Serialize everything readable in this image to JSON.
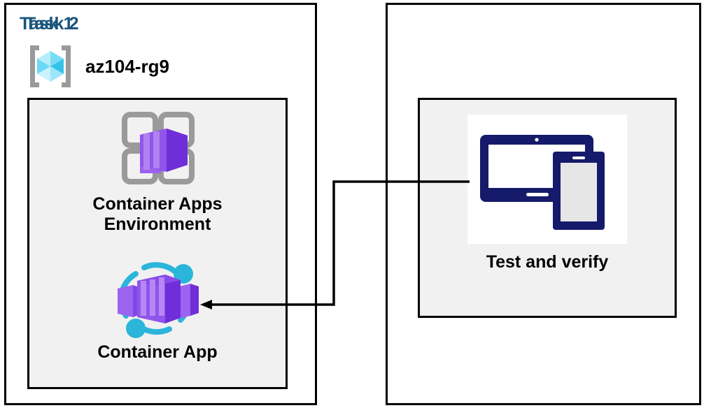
{
  "diagram": {
    "title_color": "#19547c",
    "panel_border_color": "#000000",
    "inner_fill_color": "#f1f1f1",
    "connector_color": "#000000"
  },
  "task1": {
    "title": "Task 1",
    "resource_group": {
      "icon": "resource-group-icon",
      "label": "az104-rg9",
      "icon_colors": {
        "bracket": "#9a9a9a",
        "cube_light": "#9fe7fb",
        "cube_mid": "#4fd2f0",
        "cube_dark": "#2bc0e4"
      }
    },
    "nodes": [
      {
        "icon": "container-apps-environment-icon",
        "caption": "Container Apps\nEnvironment",
        "icon_colors": {
          "grid": "#9a9a9a",
          "box_light": "#a46ff0",
          "box_mid": "#8a4ce8",
          "box_dark": "#6f2fd8"
        }
      },
      {
        "icon": "container-app-icon",
        "caption": "Container App",
        "icon_colors": {
          "ring": "#2cb5da",
          "box_light": "#a46ff0",
          "box_mid": "#8a4ce8",
          "box_dark": "#6f2fd8"
        }
      }
    ]
  },
  "task2": {
    "title": "Task 2",
    "nodes": [
      {
        "icon": "test-and-verify-devices-icon",
        "caption": "Test and verify",
        "icon_colors": {
          "device": "#151a6a",
          "screen": "#e6e6e6",
          "backdrop": "#ffffff"
        }
      }
    ]
  },
  "connector": {
    "name": "container-app-to-test-and-verify-connector",
    "direction": "from Test and verify to Container App",
    "arrowhead": "left"
  }
}
